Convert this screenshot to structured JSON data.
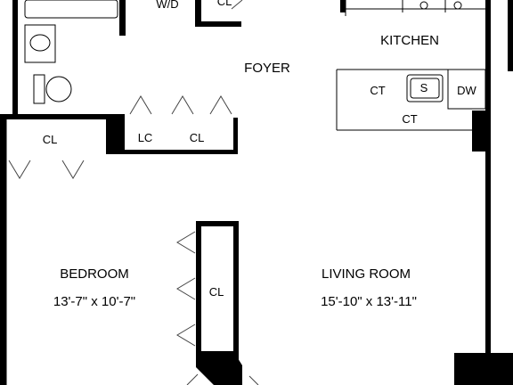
{
  "rooms": {
    "foyer": "FOYER",
    "kitchen": "KITCHEN",
    "bedroom": {
      "name": "BEDROOM",
      "dims": "13'-7\" x 10'-7\""
    },
    "living": {
      "name": "LIVING ROOM",
      "dims": "15'-10\" x 13'-11\""
    }
  },
  "labels": {
    "wd": "W/D",
    "cl_top": "CL",
    "ct_left": "CT",
    "sink": "S",
    "dw": "DW",
    "ct_bottom": "CT",
    "cl_bedroom": "CL",
    "lc": "LC",
    "cl_hall": "CL",
    "cl_bedroom_side": "CL"
  }
}
